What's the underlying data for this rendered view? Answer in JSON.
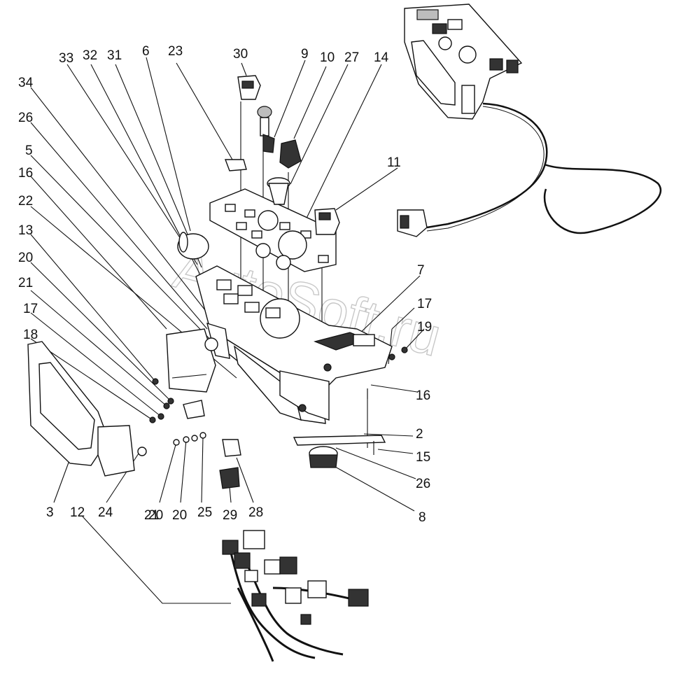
{
  "labels": [
    {
      "id": "33",
      "text": "33"
    },
    {
      "id": "32",
      "text": "32"
    },
    {
      "id": "31",
      "text": "31"
    },
    {
      "id": "6",
      "text": "6"
    },
    {
      "id": "23",
      "text": "23"
    },
    {
      "id": "30",
      "text": "30"
    },
    {
      "id": "9",
      "text": "9"
    },
    {
      "id": "10",
      "text": "10"
    },
    {
      "id": "27",
      "text": "27"
    },
    {
      "id": "14",
      "text": "14"
    },
    {
      "id": "34",
      "text": "34"
    },
    {
      "id": "26a",
      "text": "26"
    },
    {
      "id": "5",
      "text": "5"
    },
    {
      "id": "16a",
      "text": "16"
    },
    {
      "id": "22",
      "text": "22"
    },
    {
      "id": "13",
      "text": "13"
    },
    {
      "id": "20a",
      "text": "20"
    },
    {
      "id": "21a",
      "text": "21"
    },
    {
      "id": "17a",
      "text": "17"
    },
    {
      "id": "18",
      "text": "18"
    },
    {
      "id": "11",
      "text": "11"
    },
    {
      "id": "7",
      "text": "7"
    },
    {
      "id": "17b",
      "text": "17"
    },
    {
      "id": "19",
      "text": "19"
    },
    {
      "id": "16b",
      "text": "16"
    },
    {
      "id": "2",
      "text": "2"
    },
    {
      "id": "15",
      "text": "15"
    },
    {
      "id": "26b",
      "text": "26"
    },
    {
      "id": "8",
      "text": "8"
    },
    {
      "id": "3",
      "text": "3"
    },
    {
      "id": "24",
      "text": "24"
    },
    {
      "id": "21b",
      "text": "21"
    },
    {
      "id": "20b",
      "text": "20"
    },
    {
      "id": "20c",
      "text": "20"
    },
    {
      "id": "25",
      "text": "25"
    },
    {
      "id": "29",
      "text": "29"
    },
    {
      "id": "28",
      "text": "28"
    },
    {
      "id": "12",
      "text": "12"
    }
  ],
  "watermark": "AutoSoft.ru"
}
